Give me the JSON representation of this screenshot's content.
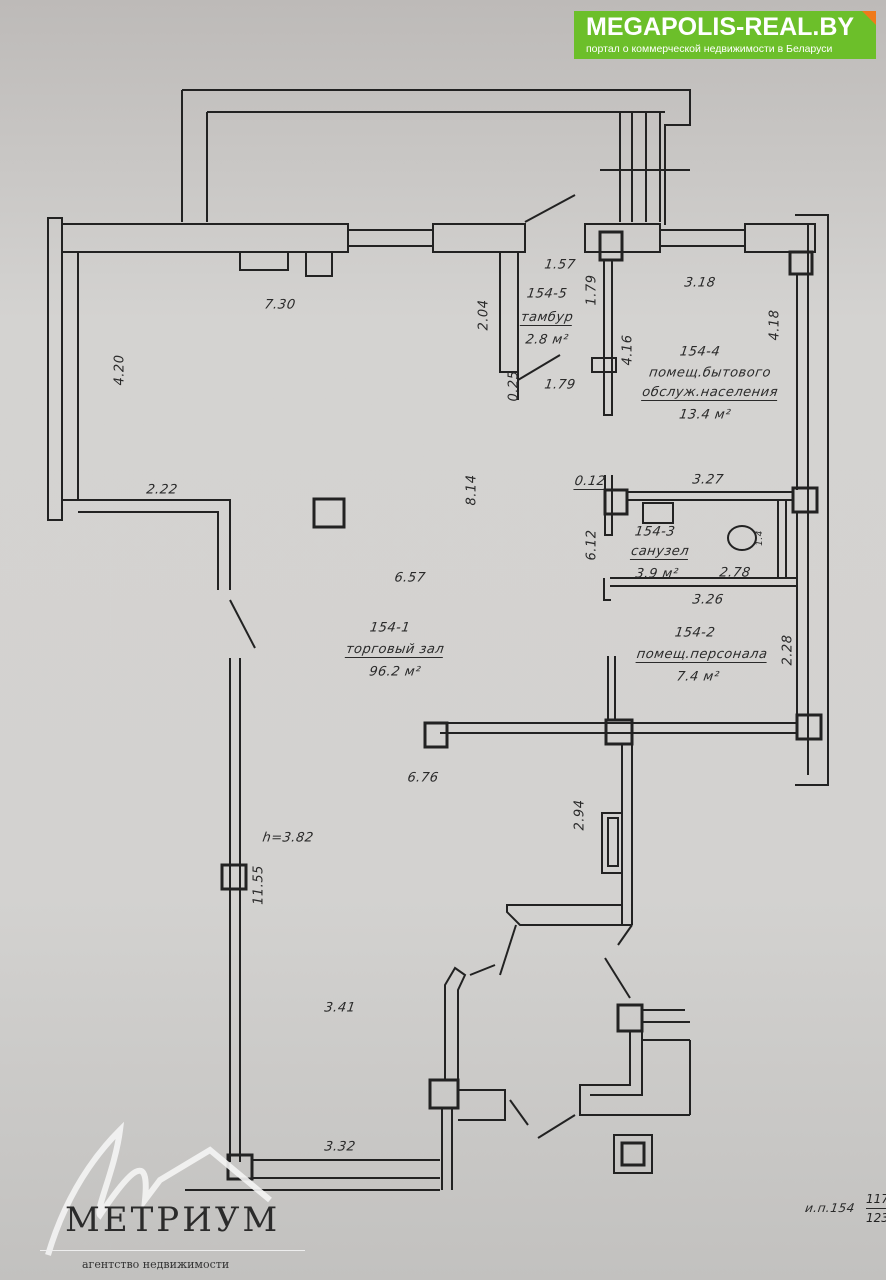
{
  "watermark": {
    "site": "MEGAPOLIS-REAL.BY",
    "tagline": "портал о коммерческой недвижимости в Беларуси",
    "agency": "МЕТРИУМ",
    "agency_sub": "агентство недвижимости"
  },
  "rooms": [
    {
      "id": "154-1",
      "name": "торговый зал",
      "area": "96.2 м²"
    },
    {
      "id": "154-2",
      "name": "помещ.персонала",
      "area": "7.4 м²"
    },
    {
      "id": "154-3",
      "name": "санузел",
      "area": "3.9 м²"
    },
    {
      "id": "154-4",
      "name": "помещ.бытового",
      "name2": "обслуж.населения",
      "area": "13.4 м²"
    },
    {
      "id": "154-5",
      "name": "тамбур",
      "area": "2.8 м²"
    }
  ],
  "dimensions": {
    "d730": "7.30",
    "d420": "4.20",
    "d222": "2.22",
    "d814": "8.14",
    "d657": "6.57",
    "d676": "6.76",
    "d294": "2.94",
    "height": "h=3.82",
    "d1155": "11.55",
    "d341": "3.41",
    "d332": "3.32",
    "d157": "1.57",
    "d204": "2.04",
    "d179a": "1.79",
    "d025": "0.25",
    "d179b": "1.79",
    "d416": "4.16",
    "d318": "3.18",
    "d418": "4.18",
    "d012": "0.12",
    "d327": "3.27",
    "d612": "6.12",
    "d278": "2.78",
    "d326": "3.26",
    "d228": "2.28",
    "d14": "1.4"
  },
  "footer": {
    "inv": "и.п.154",
    "frac_top": "117.",
    "frac_bottom": "123"
  }
}
